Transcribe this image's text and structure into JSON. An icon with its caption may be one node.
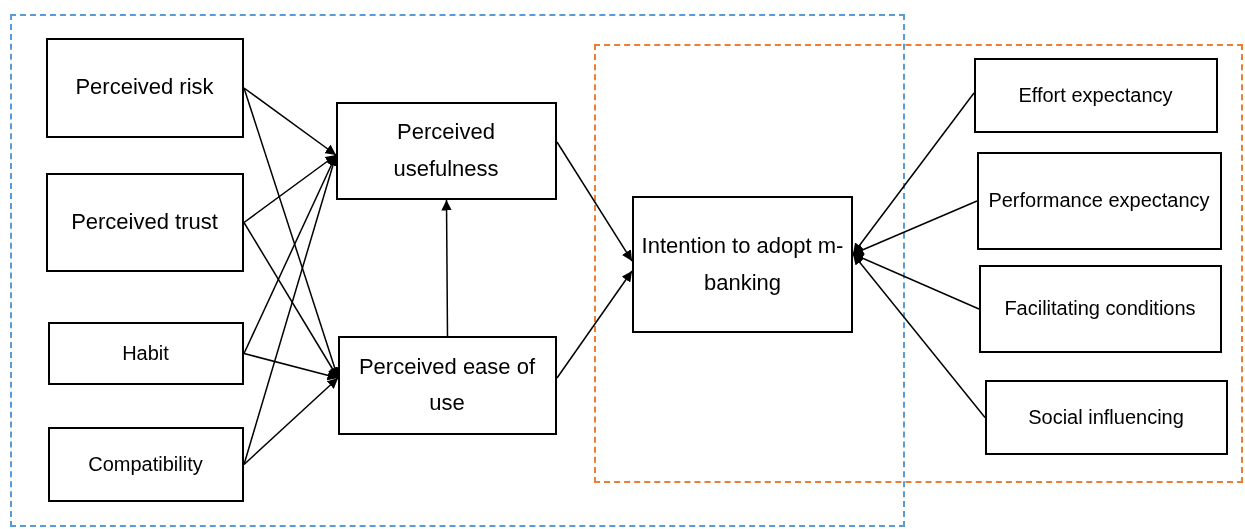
{
  "diagram": {
    "nodes": [
      {
        "text": [],
        "shape": "box"
      },
      {
        "text": [],
        "shape": "box"
      },
      {
        "text": [
          "Perceived risk"
        ],
        "in": 0
      },
      {
        "text": [
          "Perceived trust"
        ],
        "in": 0
      },
      {
        "text": [
          "Habit"
        ],
        "in": 0
      },
      {
        "text": [
          "Compatibility"
        ],
        "in": 0
      },
      {
        "text": [
          "Perceived usefulness"
        ],
        "in": 0
      },
      {
        "text": [
          "Perceived ease of use"
        ],
        "in": 0
      },
      {
        "text": [
          "Intention to adopt m-banking"
        ]
      },
      {
        "text": [
          "Effort expectancy"
        ],
        "in": 1
      },
      {
        "text": [
          "Performance expectancy"
        ],
        "in": 1
      },
      {
        "text": [
          "Facilitating conditions"
        ],
        "in": 1
      },
      {
        "text": [
          "Social influencing"
        ],
        "in": 1
      }
    ],
    "edges": [
      {
        "from": 2,
        "to": 6,
        "arrow": "to"
      },
      {
        "from": 2,
        "to": 7,
        "arrow": "to"
      },
      {
        "from": 3,
        "to": 6,
        "arrow": "to"
      },
      {
        "from": 3,
        "to": 7,
        "arrow": "to"
      },
      {
        "from": 4,
        "to": 6,
        "arrow": "to"
      },
      {
        "from": 4,
        "to": 7,
        "arrow": "to"
      },
      {
        "from": 5,
        "to": 6,
        "arrow": "to"
      },
      {
        "from": 5,
        "to": 7,
        "arrow": "to"
      },
      {
        "from": 7,
        "to": 6,
        "arrow": "to"
      },
      {
        "from": 6,
        "to": 8,
        "arrow": "to"
      },
      {
        "from": 7,
        "to": 8,
        "arrow": "to"
      },
      {
        "from": 9,
        "to": 8,
        "arrow": "to"
      },
      {
        "from": 10,
        "to": 8,
        "arrow": "to"
      },
      {
        "from": 11,
        "to": 8,
        "arrow": "to"
      },
      {
        "from": 12,
        "to": 8,
        "arrow": "to"
      }
    ]
  }
}
